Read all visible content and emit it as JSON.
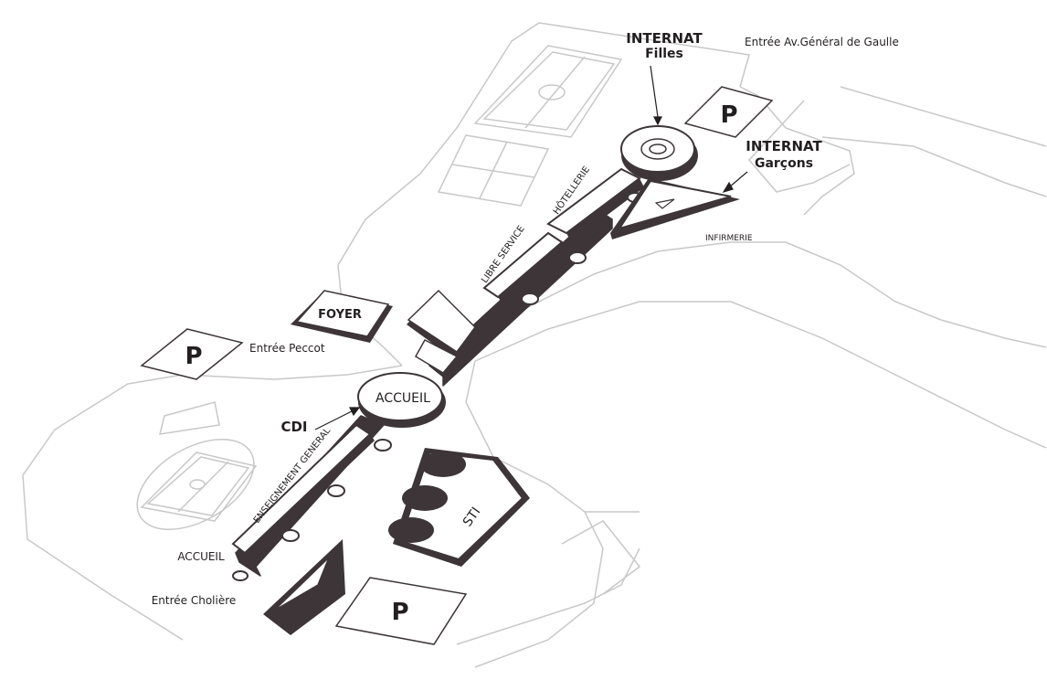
{
  "labels": {
    "internat_filles_line1": "INTERNAT",
    "internat_filles_line2": "Filles",
    "entree_gaulle": "Entrée Av.Général de Gaulle",
    "internat_garcons_line1": "INTERNAT",
    "internat_garcons_line2": "Garçons",
    "hotellerie": "HÔTELLERIE",
    "infirmerie": "INFIRMERIE",
    "libre_service": "LIBRE SERVICE",
    "foyer": "FOYER",
    "entree_peccot": "Entrée Peccot",
    "accueil_center": "ACCUEIL",
    "cdi": "CDI",
    "enseignement_general": "ENSEIGNEMENT GENERAL",
    "sti": "STI",
    "accueil_bottom": "ACCUEIL",
    "entree_choliere": "Entrée Cholière",
    "parking": "P"
  },
  "colors": {
    "building": "#3d3538",
    "outline": "#c8c8c8",
    "text": "#231f20"
  }
}
